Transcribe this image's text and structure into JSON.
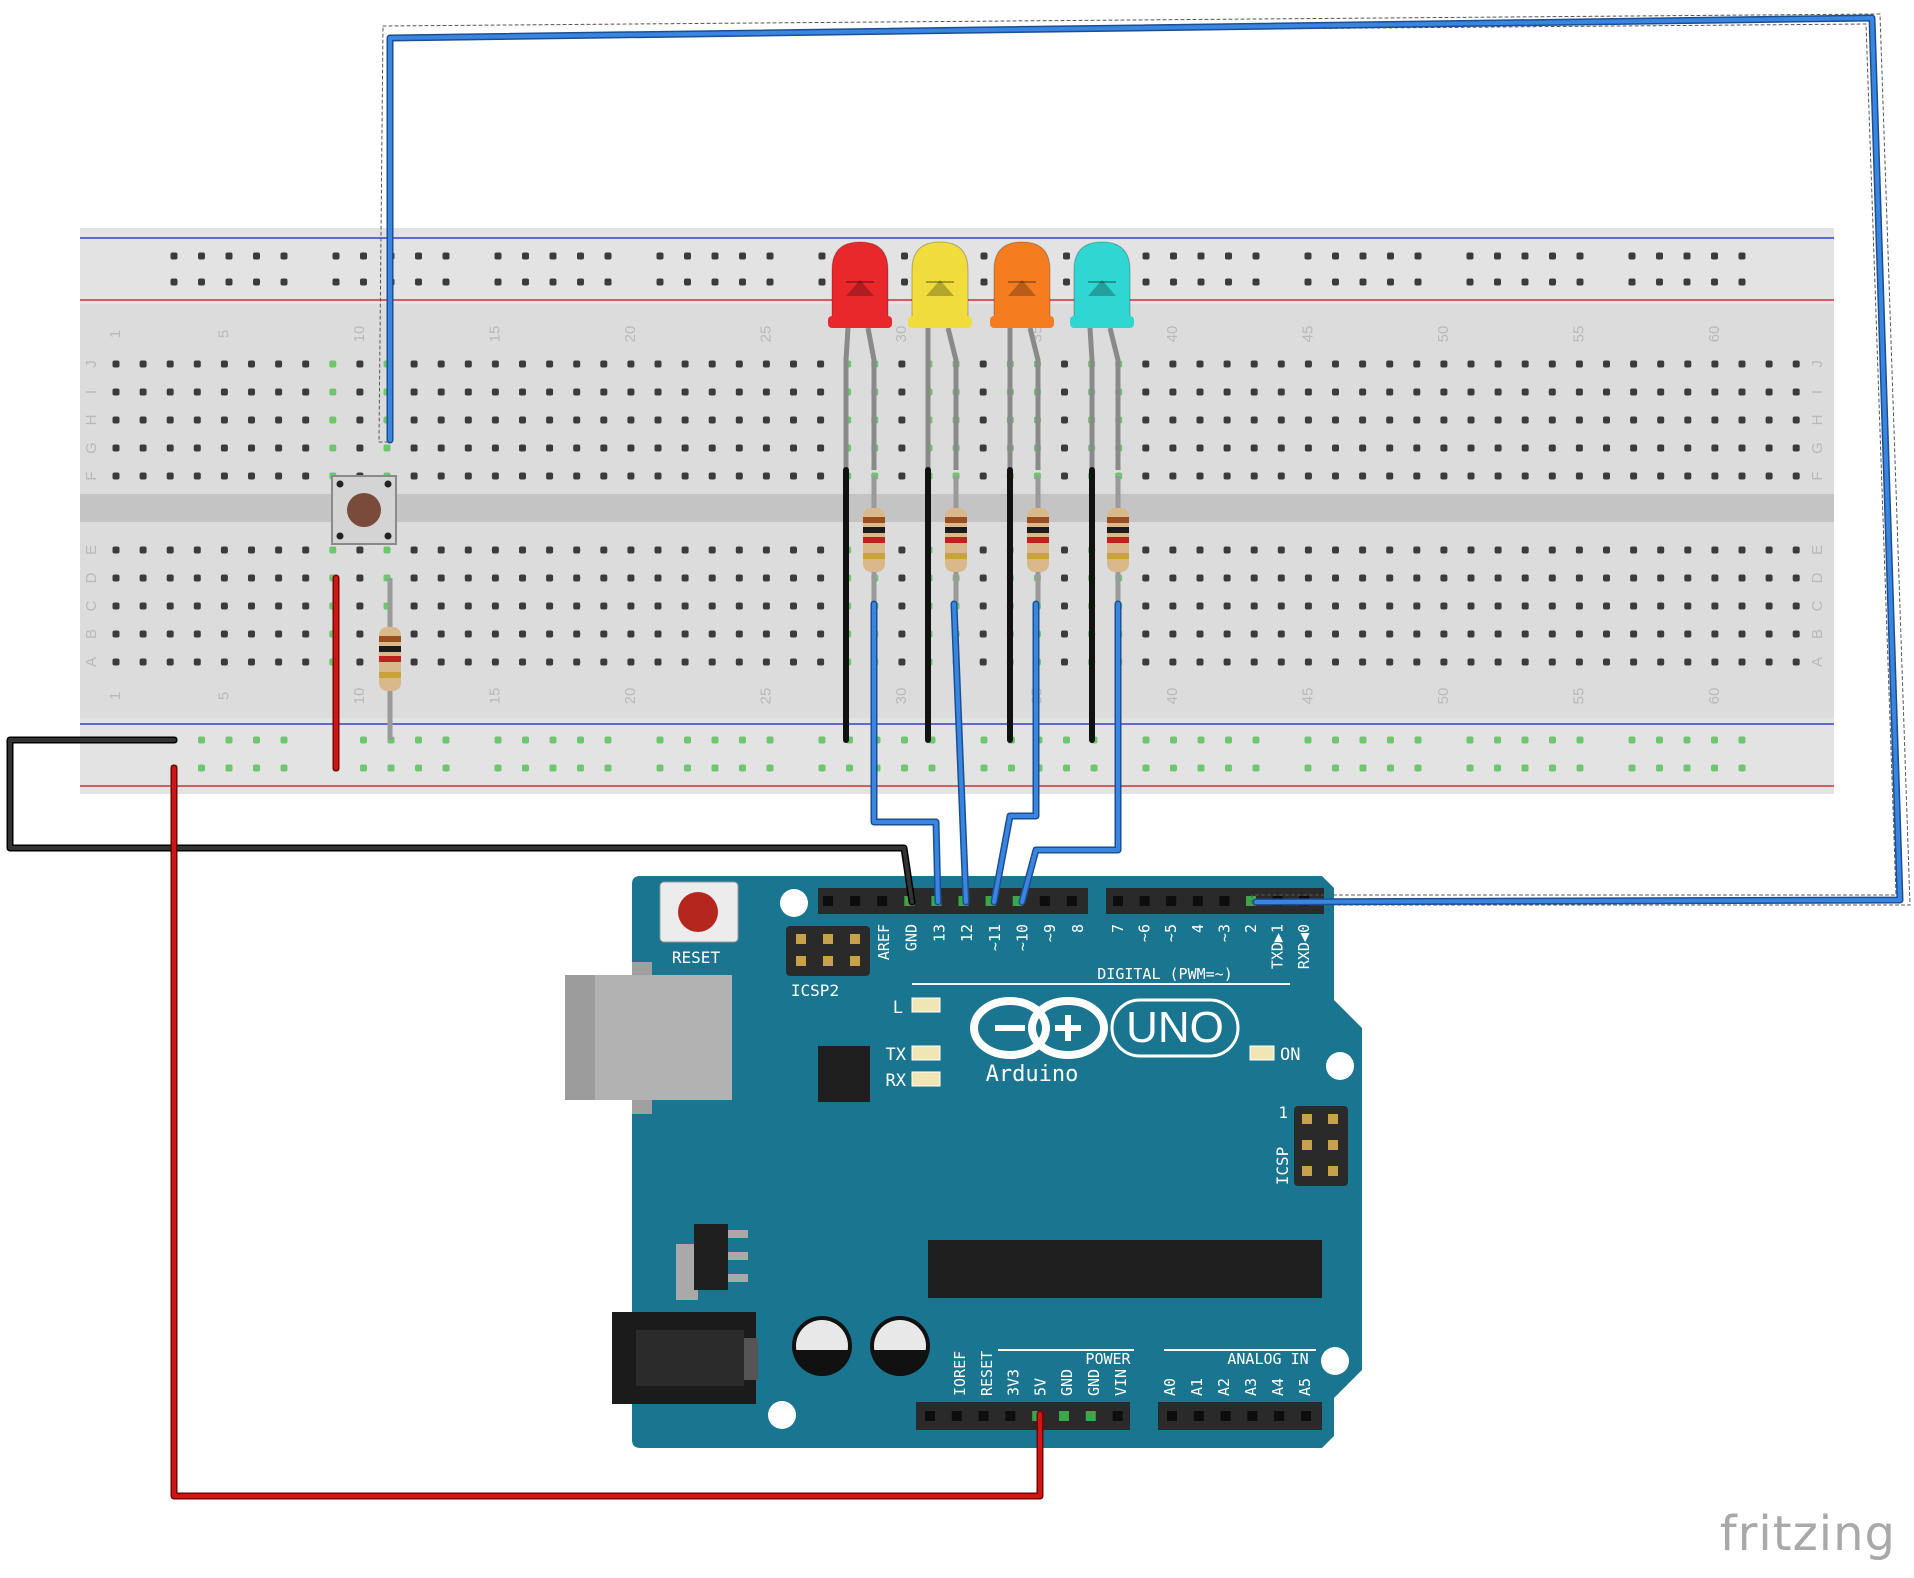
{
  "breadboard": {
    "column_numbers": [
      "1",
      "5",
      "10",
      "15",
      "20",
      "25",
      "30",
      "35",
      "40",
      "45",
      "50",
      "55",
      "60"
    ],
    "row_letters_top": [
      "J",
      "I",
      "H",
      "G",
      "F"
    ],
    "row_letters_bottom": [
      "E",
      "D",
      "C",
      "B",
      "A"
    ]
  },
  "leds": [
    {
      "name": "red",
      "color": "#e8282b"
    },
    {
      "name": "yellow",
      "color": "#f0dc3c"
    },
    {
      "name": "orange",
      "color": "#f57d1f"
    },
    {
      "name": "cyan",
      "color": "#2fd6d2"
    }
  ],
  "arduino": {
    "reset_label": "RESET",
    "icsp2_label": "ICSP2",
    "icsp_label": "ICSP",
    "icsp_pin1": "1",
    "digital_label": "DIGITAL (PWM=~)",
    "led_l": "L",
    "led_tx": "TX",
    "led_rx": "RX",
    "led_on": "ON",
    "logo_text": "Arduino",
    "model": "UNO",
    "power_label": "POWER",
    "analog_label": "ANALOG IN",
    "header_top_left_pins": [
      "AREF",
      "GND",
      "13",
      "12",
      "~11",
      "~10",
      "~9",
      "8"
    ],
    "header_top_right_pins": [
      "7",
      "~6",
      "~5",
      "4",
      "~3",
      "2",
      "TXD▶1",
      "RXD◀0"
    ],
    "power_pins": [
      "IOREF",
      "RESET",
      "3V3",
      "5V",
      "GND",
      "GND",
      "VIN"
    ],
    "analog_pins": [
      "A0",
      "A1",
      "A2",
      "A3",
      "A4",
      "A5"
    ]
  },
  "colors": {
    "board": "#1a7591",
    "breadboard": "#dcdcdc",
    "wire_blue": "#2f79d4",
    "wire_red": "#cc1111",
    "wire_black": "#1a1a1a"
  },
  "watermark": "fritzing"
}
